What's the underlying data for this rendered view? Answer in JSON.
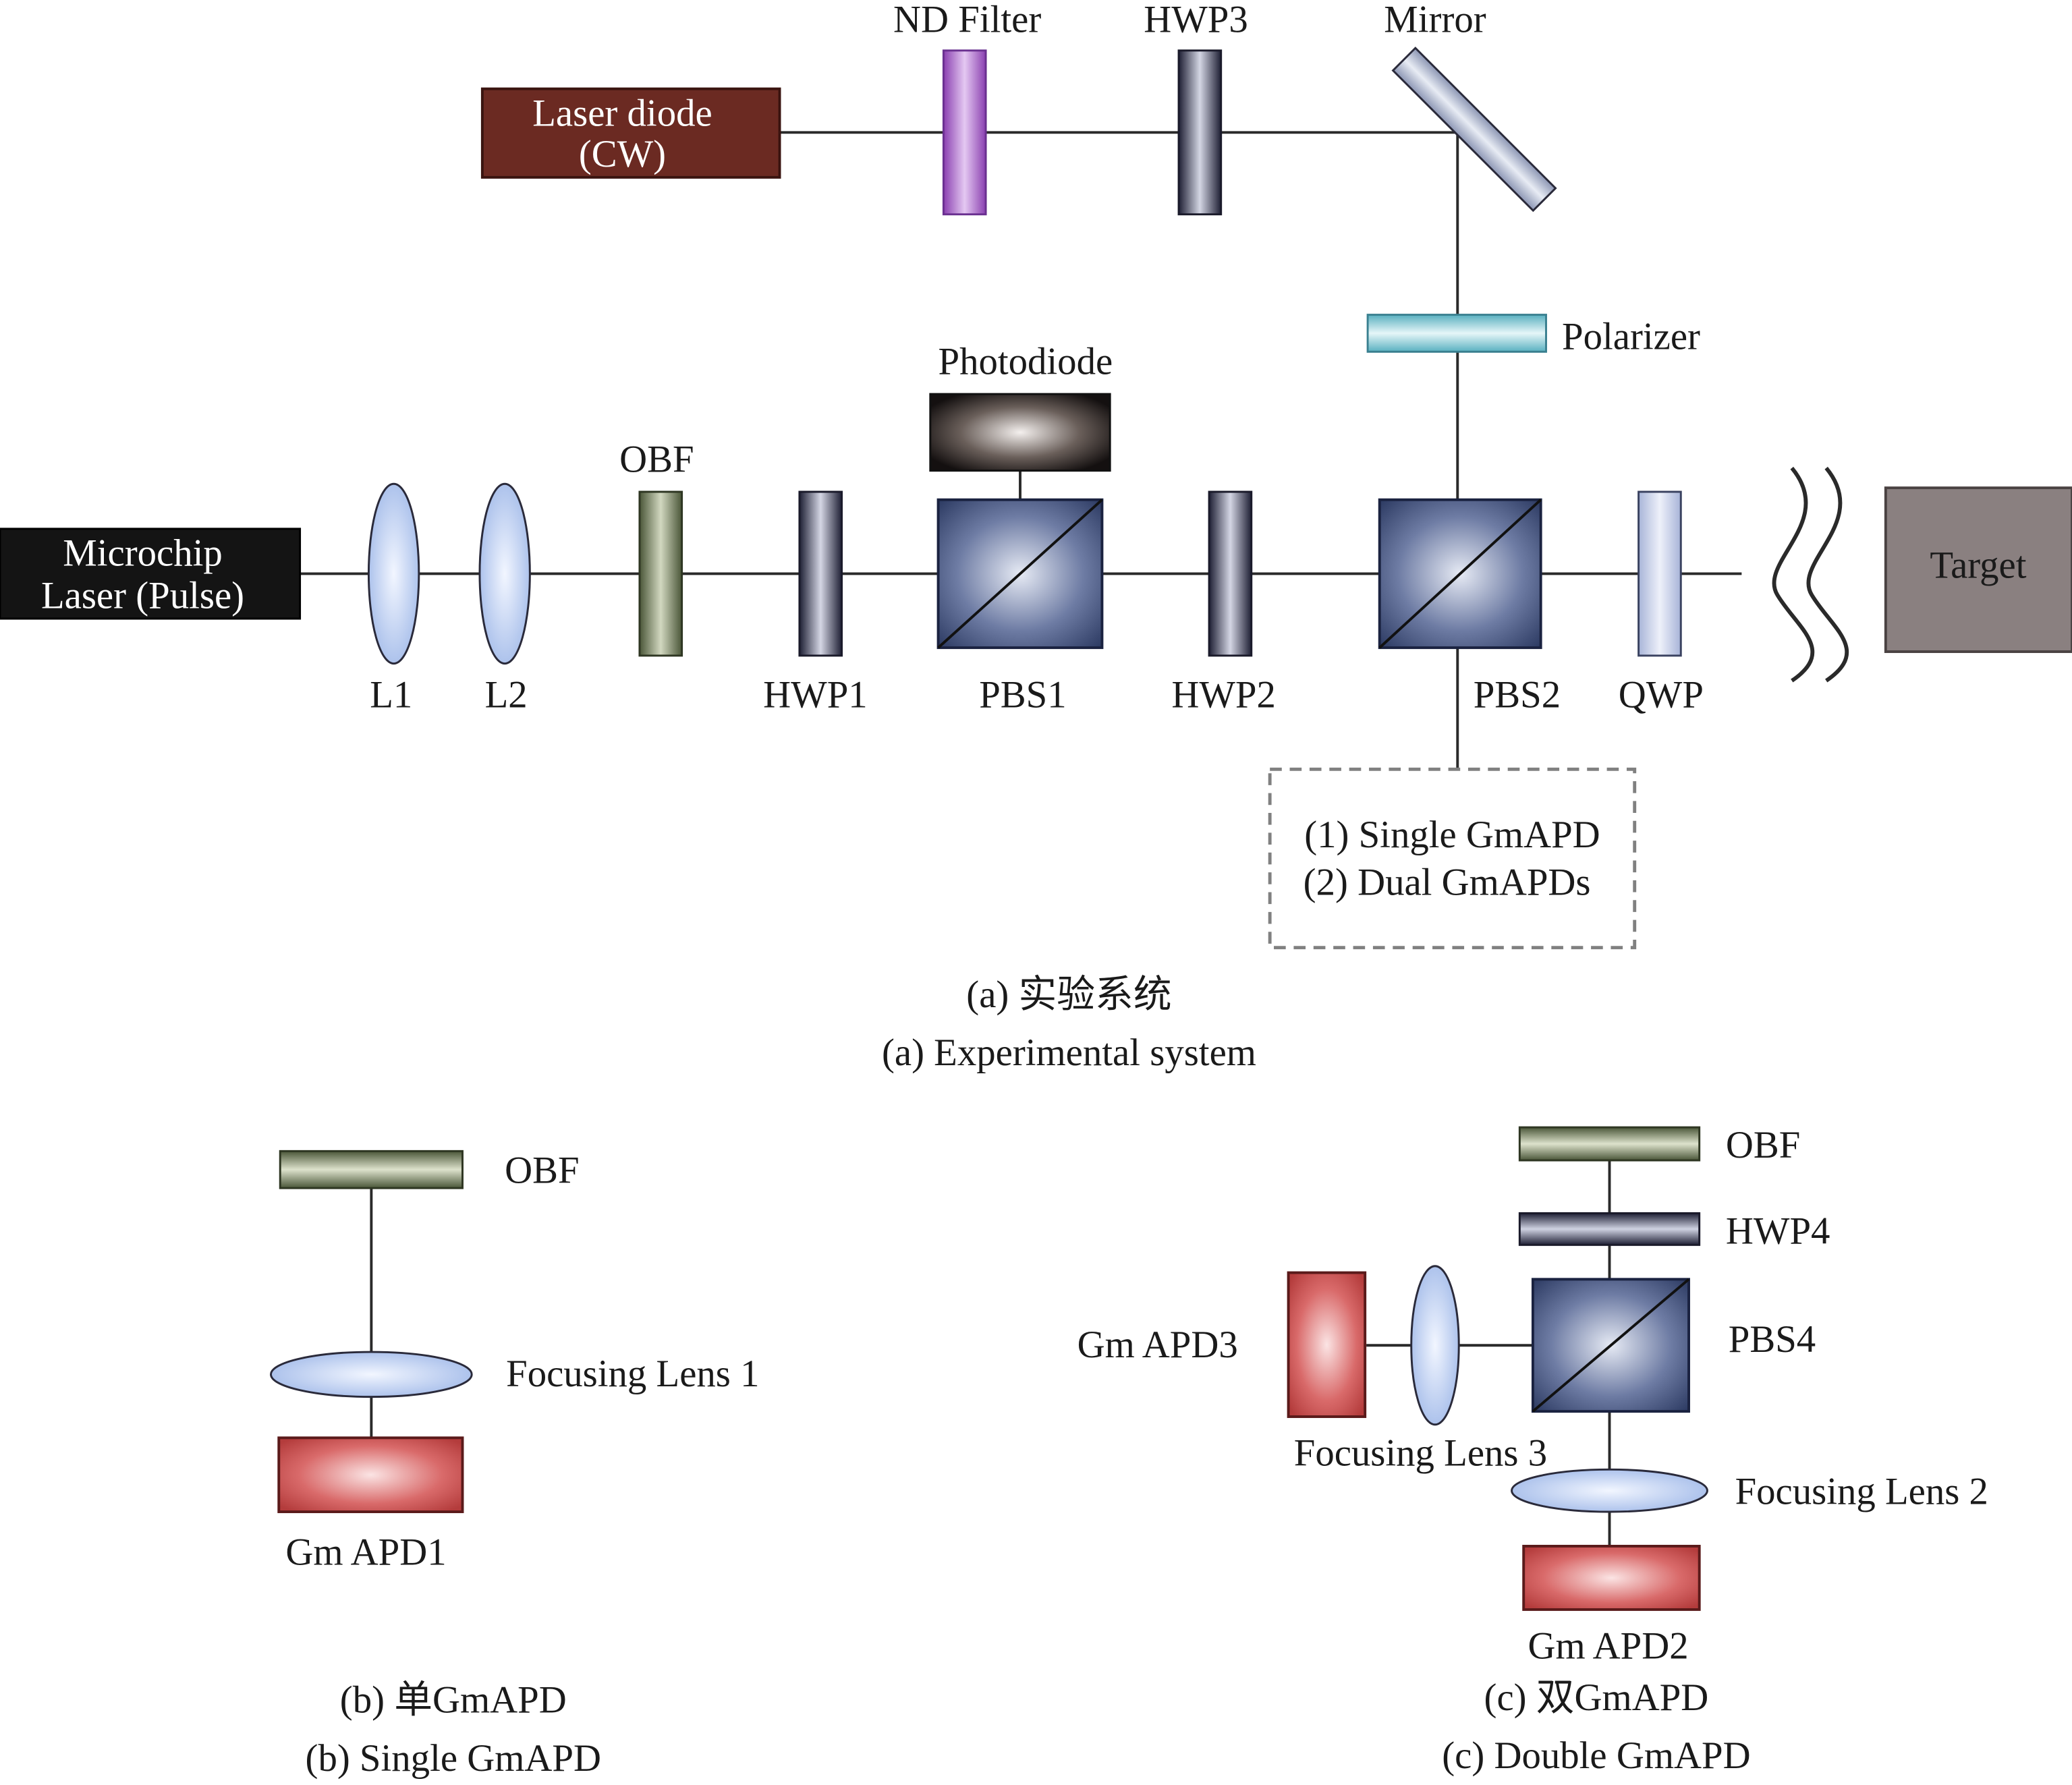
{
  "panel_a": {
    "caption_cn": "(a) 实验系统",
    "caption_en": "(a) Experimental system",
    "laser_diode": {
      "line1": "Laser diode",
      "line2": "(CW)"
    },
    "nd_filter": "ND Filter",
    "hwp3": "HWP3",
    "mirror": "Mirror",
    "polarizer": "Polarizer",
    "photodiode": "Photodiode",
    "microchip_laser": {
      "line1": "Microchip",
      "line2": "Laser (Pulse)"
    },
    "l1": "L1",
    "l2": "L2",
    "obf": "OBF",
    "hwp1": "HWP1",
    "pbs1": "PBS1",
    "hwp2": "HWP2",
    "pbs2": "PBS2",
    "qwp": "QWP",
    "target": "Target",
    "detector_box": {
      "line1": "(1) Single GmAPD",
      "line2": "(2) Dual GmAPDs"
    }
  },
  "panel_b": {
    "caption_cn": "(b) 单GmAPD",
    "caption_en": "(b) Single GmAPD",
    "obf": "OBF",
    "focusing_lens": "Focusing Lens 1",
    "apd": "Gm APD1"
  },
  "panel_c": {
    "caption_cn": "(c) 双GmAPD",
    "caption_en": "(c) Double GmAPD",
    "obf": "OBF",
    "hwp4": "HWP4",
    "pbs4": "PBS4",
    "apd3": "Gm APD3",
    "focusing_lens3": "Focusing Lens 3",
    "focusing_lens2": "Focusing Lens 2",
    "apd2": "Gm APD2"
  },
  "colors": {
    "laser_diode": "#6b2a22",
    "nd_filter": "#a060c8",
    "polarizer": "#7ec8d4",
    "obf": "#5c6a48",
    "hwp": "#2c2d45",
    "pbs": "#3e4c74",
    "lens": "#b8cdf0",
    "apd": "#c84a4a",
    "target": "#8a8080"
  }
}
